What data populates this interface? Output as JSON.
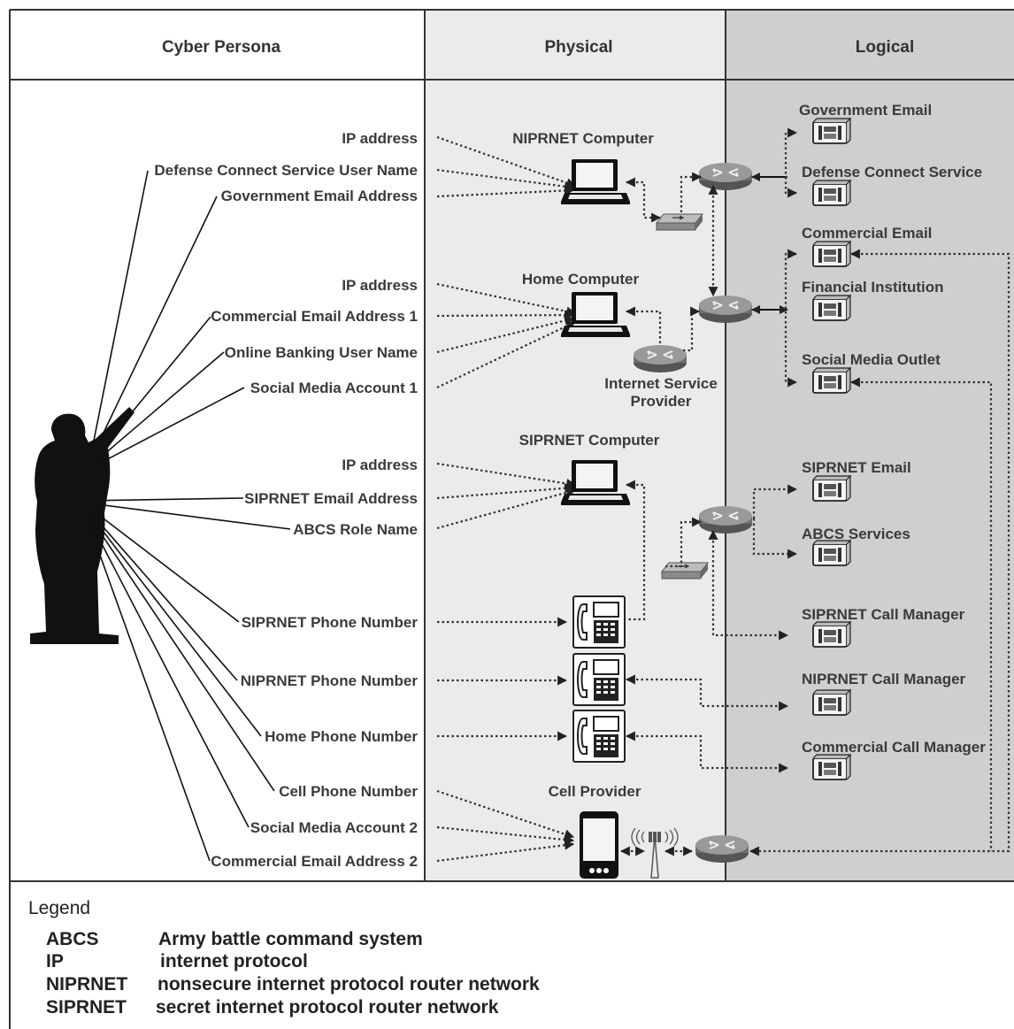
{
  "headers": {
    "cyber_persona": "Cyber Persona",
    "physical": "Physical",
    "logical": "Logical"
  },
  "persona_labels": [
    "IP address",
    "Defense Connect Service User Name",
    "Government Email Address",
    "IP address",
    "Commercial Email Address 1",
    "Online Banking User Name",
    "Social Media Account 1",
    "IP address",
    "SIPRNET Email Address",
    "ABCS Role Name",
    "SIPRNET Phone Number",
    "NIPRNET Phone Number",
    "Home Phone Number",
    "Cell Phone Number",
    "Social Media Account 2",
    "Commercial Email Address 2"
  ],
  "physical_labels": {
    "niprnet_computer": "NIPRNET Computer",
    "home_computer": "Home Computer",
    "isp_line1": "Internet Service",
    "isp_line2": "Provider",
    "siprnet_computer": "SIPRNET Computer",
    "cell_provider": "Cell Provider"
  },
  "logical_services": [
    "Government Email",
    "Defense Connect Service",
    "Commercial Email",
    "Financial Institution",
    "Social Media Outlet",
    "SIPRNET Email",
    "ABCS Services",
    "SIPRNET Call Manager",
    "NIPRNET Call Manager",
    "Commercial Call Manager"
  ],
  "legend": {
    "title": "Legend",
    "entries": [
      {
        "abbr": "ABCS",
        "definition": "Army battle command system"
      },
      {
        "abbr": "IP",
        "definition": "internet protocol"
      },
      {
        "abbr": "NIPRNET",
        "definition": "nonsecure internet protocol router network"
      },
      {
        "abbr": "SIPRNET",
        "definition": "secret internet protocol router network"
      }
    ]
  },
  "colors": {
    "physical_column": "#ebebeb",
    "logical_column": "#cfcfcf",
    "silhouette": "#111111",
    "router": "#8a8a8a"
  }
}
